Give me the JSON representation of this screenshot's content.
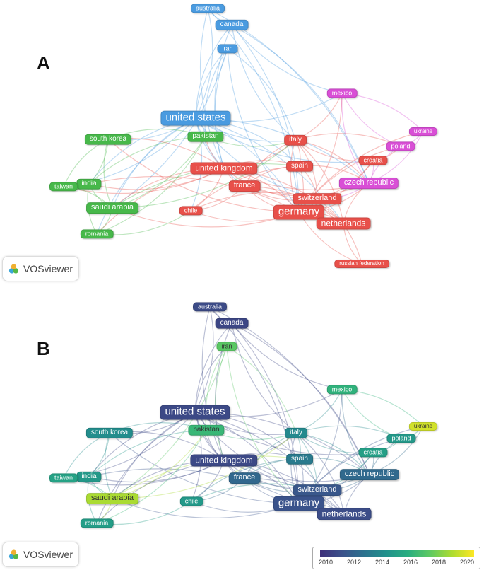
{
  "panels": [
    {
      "label": "A",
      "logo_text": "VOSviewer"
    },
    {
      "label": "B",
      "logo_text": "VOSviewer"
    }
  ],
  "legend": {
    "ticks": [
      "2010",
      "2012",
      "2014",
      "2016",
      "2018",
      "2020"
    ]
  },
  "colors": {
    "cluster_red": "#e8504a",
    "cluster_green": "#47b84a",
    "cluster_blue": "#4a9be0",
    "cluster_magenta": "#d94fd6"
  },
  "nodes": [
    {
      "id": "australia",
      "label": "australia",
      "cluster": "blue",
      "year": 2010.8
    },
    {
      "id": "canada",
      "label": "canada",
      "cluster": "blue",
      "year": 2010.6
    },
    {
      "id": "iran",
      "label": "iran",
      "cluster": "blue",
      "year": 2017.6
    },
    {
      "id": "united_states",
      "label": "united states",
      "cluster": "blue",
      "year": 2010.7
    },
    {
      "id": "mexico",
      "label": "mexico",
      "cluster": "magenta",
      "year": 2016.3
    },
    {
      "id": "ukraine",
      "label": "ukraine",
      "cluster": "magenta",
      "year": 2020.1
    },
    {
      "id": "poland",
      "label": "poland",
      "cluster": "magenta",
      "year": 2014.8
    },
    {
      "id": "czech_republic",
      "label": "czech republic",
      "cluster": "magenta",
      "year": 2012.3
    },
    {
      "id": "south_korea",
      "label": "south korea",
      "cluster": "green",
      "year": 2014.2
    },
    {
      "id": "pakistan",
      "label": "pakistan",
      "cluster": "green",
      "year": 2016.6
    },
    {
      "id": "india",
      "label": "india",
      "cluster": "green",
      "year": 2014.8
    },
    {
      "id": "taiwan",
      "label": "taiwan",
      "cluster": "green",
      "year": 2015.4
    },
    {
      "id": "saudi_arabia",
      "label": "saudi arabia",
      "cluster": "green",
      "year": 2019.3
    },
    {
      "id": "romania",
      "label": "romania",
      "cluster": "green",
      "year": 2015.1
    },
    {
      "id": "italy",
      "label": "italy",
      "cluster": "red",
      "year": 2014.0
    },
    {
      "id": "croatia",
      "label": "croatia",
      "cluster": "red",
      "year": 2015.2
    },
    {
      "id": "united_kingdom",
      "label": "united kingdom",
      "cluster": "red",
      "year": 2010.7
    },
    {
      "id": "spain",
      "label": "spain",
      "cluster": "red",
      "year": 2013.2
    },
    {
      "id": "france",
      "label": "france",
      "cluster": "red",
      "year": 2012.2
    },
    {
      "id": "switzerland",
      "label": "switzerland",
      "cluster": "red",
      "year": 2011.4
    },
    {
      "id": "chile",
      "label": "chile",
      "cluster": "red",
      "year": 2014.9
    },
    {
      "id": "germany",
      "label": "germany",
      "cluster": "red",
      "year": 2011.2
    },
    {
      "id": "netherlands",
      "label": "netherlands",
      "cluster": "red",
      "year": 2010.9
    },
    {
      "id": "russian_federation",
      "label": "russian federation",
      "cluster": "red",
      "year": 2014.0
    }
  ],
  "edges": [
    [
      "united_states",
      "canada"
    ],
    [
      "united_states",
      "australia"
    ],
    [
      "united_states",
      "iran"
    ],
    [
      "united_states",
      "united_kingdom"
    ],
    [
      "united_states",
      "germany"
    ],
    [
      "united_states",
      "italy"
    ],
    [
      "united_states",
      "spain"
    ],
    [
      "united_states",
      "france"
    ],
    [
      "united_states",
      "netherlands"
    ],
    [
      "united_states",
      "switzerland"
    ],
    [
      "united_states",
      "south_korea"
    ],
    [
      "united_states",
      "india"
    ],
    [
      "united_states",
      "pakistan"
    ],
    [
      "united_states",
      "saudi_arabia"
    ],
    [
      "united_states",
      "taiwan"
    ],
    [
      "united_states",
      "mexico"
    ],
    [
      "united_states",
      "czech_republic"
    ],
    [
      "united_states",
      "romania"
    ],
    [
      "united_states",
      "chile"
    ],
    [
      "united_states",
      "croatia"
    ],
    [
      "canada",
      "australia"
    ],
    [
      "canada",
      "united_kingdom"
    ],
    [
      "canada",
      "germany"
    ],
    [
      "canada",
      "mexico"
    ],
    [
      "canada",
      "czech_republic"
    ],
    [
      "canada",
      "italy"
    ],
    [
      "australia",
      "germany"
    ],
    [
      "australia",
      "united_kingdom"
    ],
    [
      "australia",
      "czech_republic"
    ],
    [
      "iran",
      "united_kingdom"
    ],
    [
      "iran",
      "saudi_arabia"
    ],
    [
      "iran",
      "pakistan"
    ],
    [
      "iran",
      "italy"
    ],
    [
      "iran",
      "germany"
    ],
    [
      "united_kingdom",
      "germany"
    ],
    [
      "united_kingdom",
      "italy"
    ],
    [
      "united_kingdom",
      "spain"
    ],
    [
      "united_kingdom",
      "france"
    ],
    [
      "united_kingdom",
      "netherlands"
    ],
    [
      "united_kingdom",
      "switzerland"
    ],
    [
      "united_kingdom",
      "pakistan"
    ],
    [
      "united_kingdom",
      "saudi_arabia"
    ],
    [
      "united_kingdom",
      "india"
    ],
    [
      "united_kingdom",
      "south_korea"
    ],
    [
      "united_kingdom",
      "chile"
    ],
    [
      "united_kingdom",
      "czech_republic"
    ],
    [
      "united_kingdom",
      "taiwan"
    ],
    [
      "united_kingdom",
      "romania"
    ],
    [
      "germany",
      "netherlands"
    ],
    [
      "germany",
      "switzerland"
    ],
    [
      "germany",
      "italy"
    ],
    [
      "germany",
      "spain"
    ],
    [
      "germany",
      "france"
    ],
    [
      "germany",
      "czech_republic"
    ],
    [
      "germany",
      "poland"
    ],
    [
      "germany",
      "croatia"
    ],
    [
      "germany",
      "ukraine"
    ],
    [
      "germany",
      "russian_federation"
    ],
    [
      "germany",
      "chile"
    ],
    [
      "germany",
      "mexico"
    ],
    [
      "germany",
      "south_korea"
    ],
    [
      "germany",
      "india"
    ],
    [
      "germany",
      "saudi_arabia"
    ],
    [
      "netherlands",
      "russian_federation"
    ],
    [
      "netherlands",
      "switzerland"
    ],
    [
      "netherlands",
      "italy"
    ],
    [
      "netherlands",
      "czech_republic"
    ],
    [
      "netherlands",
      "france"
    ],
    [
      "italy",
      "spain"
    ],
    [
      "italy",
      "france"
    ],
    [
      "italy",
      "switzerland"
    ],
    [
      "italy",
      "croatia"
    ],
    [
      "italy",
      "czech_republic"
    ],
    [
      "italy",
      "mexico"
    ],
    [
      "italy",
      "poland"
    ],
    [
      "spain",
      "france"
    ],
    [
      "spain",
      "switzerland"
    ],
    [
      "spain",
      "chile"
    ],
    [
      "spain",
      "czech_republic"
    ],
    [
      "france",
      "switzerland"
    ],
    [
      "france",
      "chile"
    ],
    [
      "france",
      "czech_republic"
    ],
    [
      "czech_republic",
      "poland"
    ],
    [
      "czech_republic",
      "ukraine"
    ],
    [
      "czech_republic",
      "mexico"
    ],
    [
      "czech_republic",
      "croatia"
    ],
    [
      "czech_republic",
      "switzerland"
    ],
    [
      "poland",
      "ukraine"
    ],
    [
      "mexico",
      "ukraine"
    ],
    [
      "mexico",
      "poland"
    ],
    [
      "south_korea",
      "india"
    ],
    [
      "south_korea",
      "taiwan"
    ],
    [
      "south_korea",
      "pakistan"
    ],
    [
      "south_korea",
      "saudi_arabia"
    ],
    [
      "india",
      "pakistan"
    ],
    [
      "india",
      "saudi_arabia"
    ],
    [
      "india",
      "taiwan"
    ],
    [
      "india",
      "romania"
    ],
    [
      "taiwan",
      "saudi_arabia"
    ],
    [
      "saudi_arabia",
      "pakistan"
    ],
    [
      "saudi_arabia",
      "romania"
    ],
    [
      "saudi_arabia",
      "italy"
    ],
    [
      "saudi_arabia",
      "spain"
    ],
    [
      "pakistan",
      "italy"
    ],
    [
      "pakistan",
      "romania"
    ],
    [
      "romania",
      "chile"
    ],
    [
      "chile",
      "switzerland"
    ],
    [
      "russian_federation",
      "switzerland"
    ],
    [
      "croatia",
      "switzerland"
    ],
    [
      "croatia",
      "poland"
    ]
  ]
}
